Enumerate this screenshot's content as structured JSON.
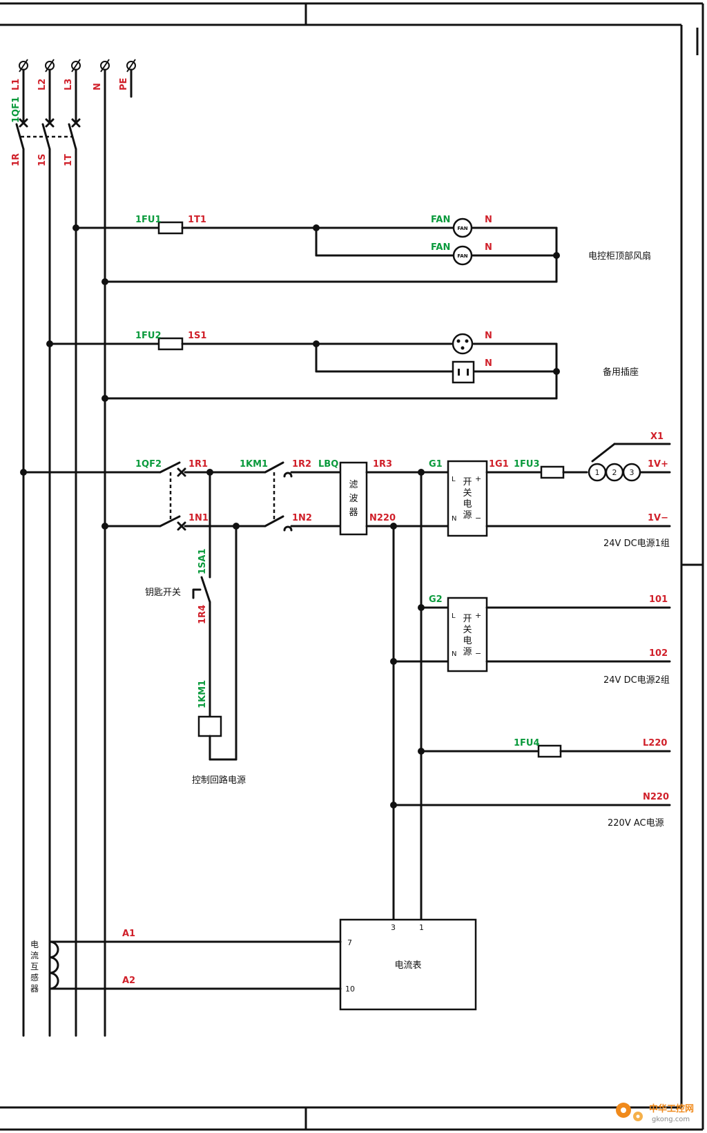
{
  "terminals": {
    "l1": "L1",
    "l2": "L2",
    "l3": "L3",
    "n": "N",
    "pe": "PE"
  },
  "main_breaker": {
    "label": "1QF1",
    "out_r": "1R",
    "out_s": "1S",
    "out_t": "1T"
  },
  "fan_branch": {
    "fuse": "1FU1",
    "wire": "1T1",
    "fan_label": "FAN",
    "fan_symbol": "FAN",
    "neutral": "N",
    "description": "电控柜顶部风扇"
  },
  "socket_branch": {
    "fuse": "1FU2",
    "wire": "1S1",
    "neutral": "N",
    "description": "备用插座"
  },
  "dc_supply_1": {
    "breaker": "1QF2",
    "r1": "1R1",
    "n1": "1N1",
    "contactor": "1KM1",
    "r2": "1R2",
    "n2": "1N2",
    "filter_tag": "LBQ",
    "filter_chars": [
      "滤",
      "波",
      "器"
    ],
    "r3": "1R3",
    "n220": "N220",
    "g1": "G1",
    "out_g1": "1G1",
    "fuse": "1FU3",
    "x1": "X1",
    "terminals": [
      "1",
      "2",
      "3"
    ],
    "v_pos": "1V+",
    "v_neg": "1V−",
    "description": "24V DC电源1组"
  },
  "psu": {
    "chars": [
      "开",
      "关",
      "电",
      "源"
    ],
    "l": "L",
    "n": "N",
    "plus": "+",
    "minus": "−"
  },
  "control": {
    "sa": "1SA1",
    "key_switch": "钥匙开关",
    "r4": "1R4",
    "coil": "1KM1",
    "description": "控制回路电源"
  },
  "dc_supply_2": {
    "g2": "G2",
    "out_pos": "101",
    "out_neg": "102",
    "description": "24V DC电源2组"
  },
  "ac_supply": {
    "fuse": "1FU4",
    "l220": "L220",
    "n220": "N220",
    "description": "220V AC电源"
  },
  "ammeter": {
    "label": "电流表",
    "pin3": "3",
    "pin1": "1",
    "pin7": "7",
    "pin10": "10",
    "a1": "A1",
    "a2": "A2",
    "ct_chars": [
      "电",
      "流",
      "互",
      "感",
      "器"
    ]
  },
  "watermark": {
    "name": "中华工控网",
    "url": "gkong.com"
  },
  "colors": {
    "wire": "#111111",
    "label_red": "#d0202a",
    "label_green": "#0a9a3c",
    "logo": "#f08a1c"
  }
}
